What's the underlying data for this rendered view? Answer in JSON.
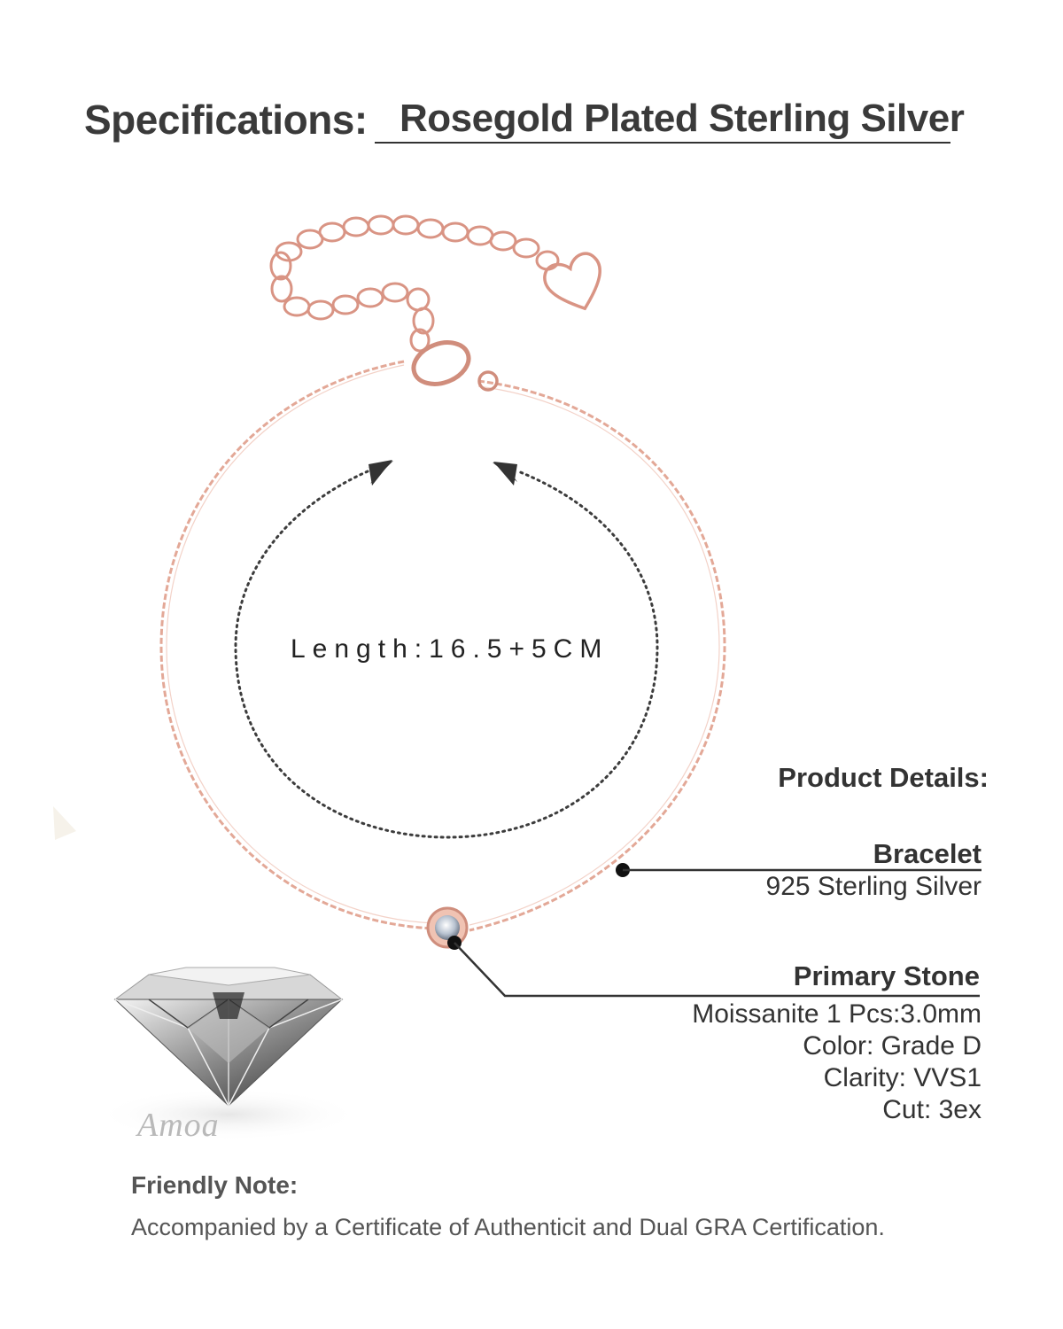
{
  "header": {
    "label": "Specifications:",
    "value": "Rosegold Plated Sterling Silver"
  },
  "measurement": {
    "length_label": "Length:16.5+5CM"
  },
  "product_details": {
    "heading": "Product Details:",
    "bracelet": {
      "title": "Bracelet",
      "description": "925 Sterling Silver"
    },
    "primary_stone": {
      "title": "Primary Stone",
      "lines": [
        "Moissanite 1 Pcs:3.0mm",
        "Color: Grade D",
        "Clarity: VVS1",
        "Cut: 3ex"
      ]
    }
  },
  "note": {
    "heading": "Friendly Note:",
    "text": "Accompanied by a Certificate of Authenticit and Dual GRA Certification."
  },
  "brand": {
    "watermark": "Amoa"
  },
  "colors": {
    "rose_gold": "#e3a897",
    "text_dark": "#333333",
    "text_gray": "#555555"
  },
  "icons": [
    "heart-charm-icon",
    "lobster-clasp-icon",
    "diamond-gem-icon",
    "arrow-head-icon"
  ]
}
